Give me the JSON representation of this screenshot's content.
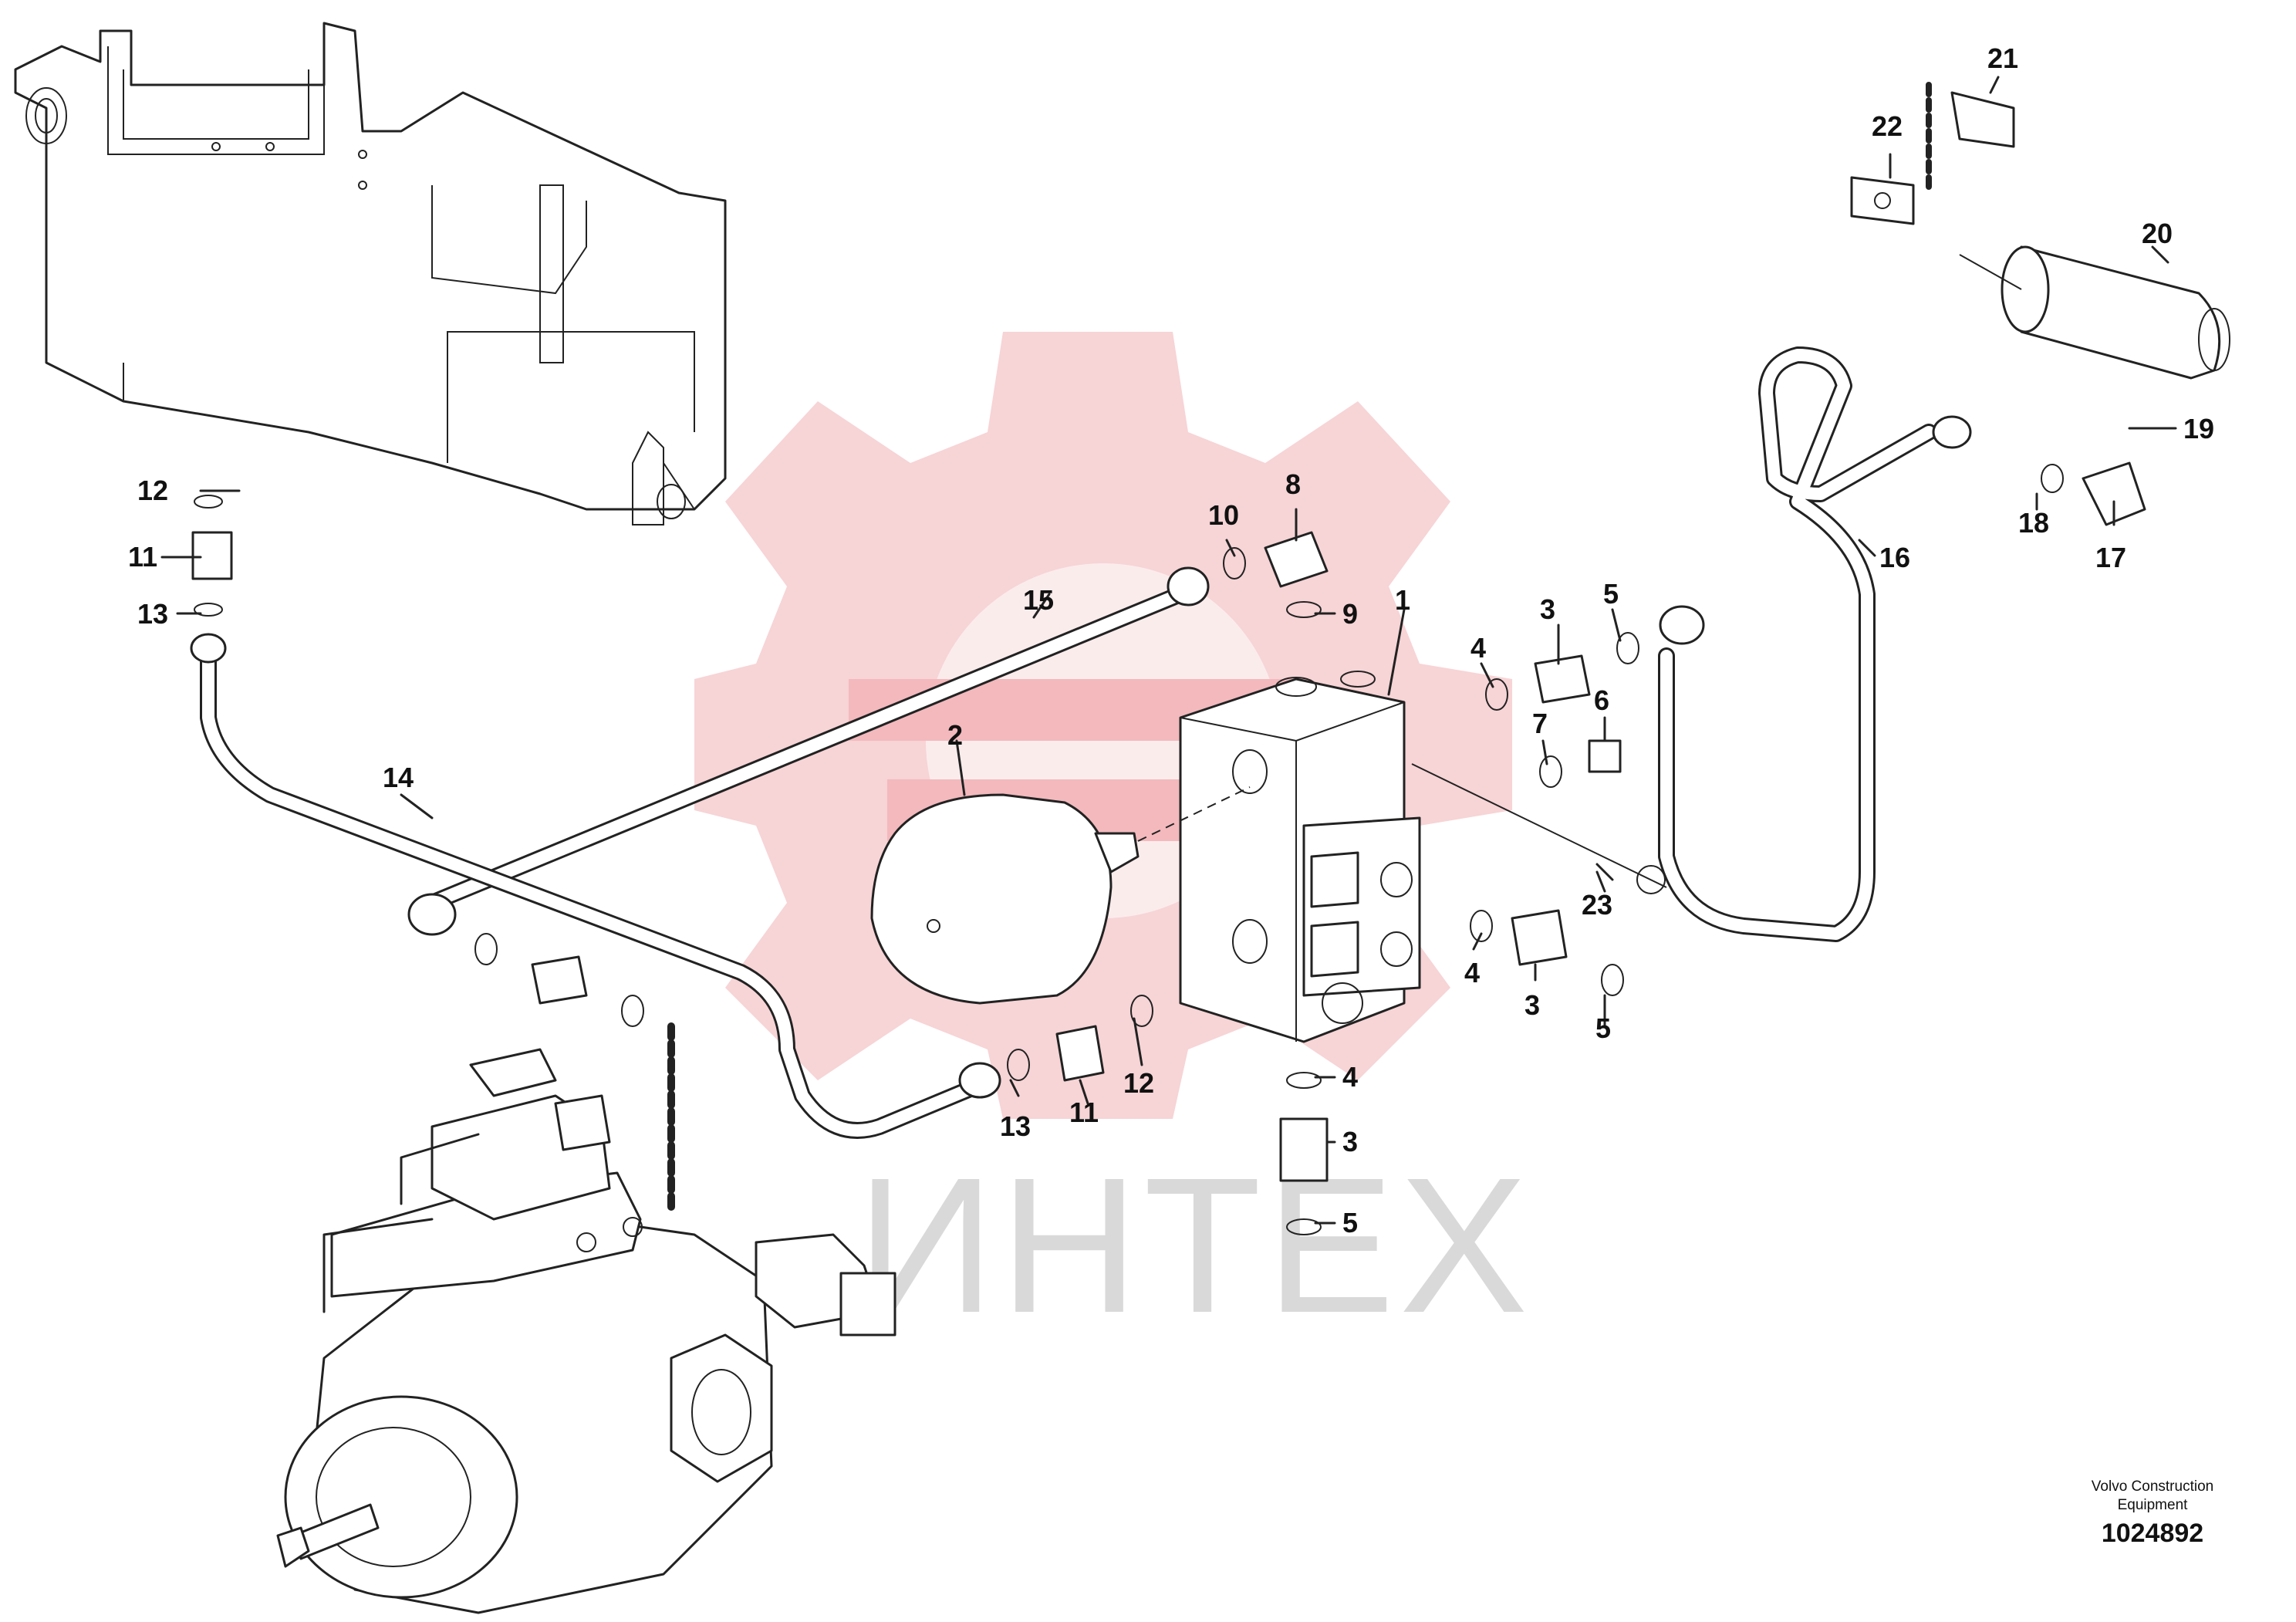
{
  "watermark": {
    "text": "ИНТЕХ",
    "gear_color": "#f7d4d6",
    "text_color": "#d9d9d9"
  },
  "callouts": [
    {
      "id": "c1",
      "label": "1"
    },
    {
      "id": "c2",
      "label": "2"
    },
    {
      "id": "c3a",
      "label": "3"
    },
    {
      "id": "c3b",
      "label": "3"
    },
    {
      "id": "c3c",
      "label": "3"
    },
    {
      "id": "c4a",
      "label": "4"
    },
    {
      "id": "c4b",
      "label": "4"
    },
    {
      "id": "c4c",
      "label": "4"
    },
    {
      "id": "c5a",
      "label": "5"
    },
    {
      "id": "c5b",
      "label": "5"
    },
    {
      "id": "c5c",
      "label": "5"
    },
    {
      "id": "c6",
      "label": "6"
    },
    {
      "id": "c7",
      "label": "7"
    },
    {
      "id": "c8",
      "label": "8"
    },
    {
      "id": "c9",
      "label": "9"
    },
    {
      "id": "c10",
      "label": "10"
    },
    {
      "id": "c11a",
      "label": "11"
    },
    {
      "id": "c11b",
      "label": "11"
    },
    {
      "id": "c12a",
      "label": "12"
    },
    {
      "id": "c12b",
      "label": "12"
    },
    {
      "id": "c13a",
      "label": "13"
    },
    {
      "id": "c13b",
      "label": "13"
    },
    {
      "id": "c14",
      "label": "14"
    },
    {
      "id": "c15",
      "label": "15"
    },
    {
      "id": "c16",
      "label": "16"
    },
    {
      "id": "c17",
      "label": "17"
    },
    {
      "id": "c18",
      "label": "18"
    },
    {
      "id": "c19",
      "label": "19"
    },
    {
      "id": "c20",
      "label": "20"
    },
    {
      "id": "c21",
      "label": "21"
    },
    {
      "id": "c22",
      "label": "22"
    },
    {
      "id": "c23",
      "label": "23"
    }
  ],
  "footer": {
    "company_line1": "Volvo Construction",
    "company_line2": "Equipment",
    "drawing_number": "1024892"
  }
}
